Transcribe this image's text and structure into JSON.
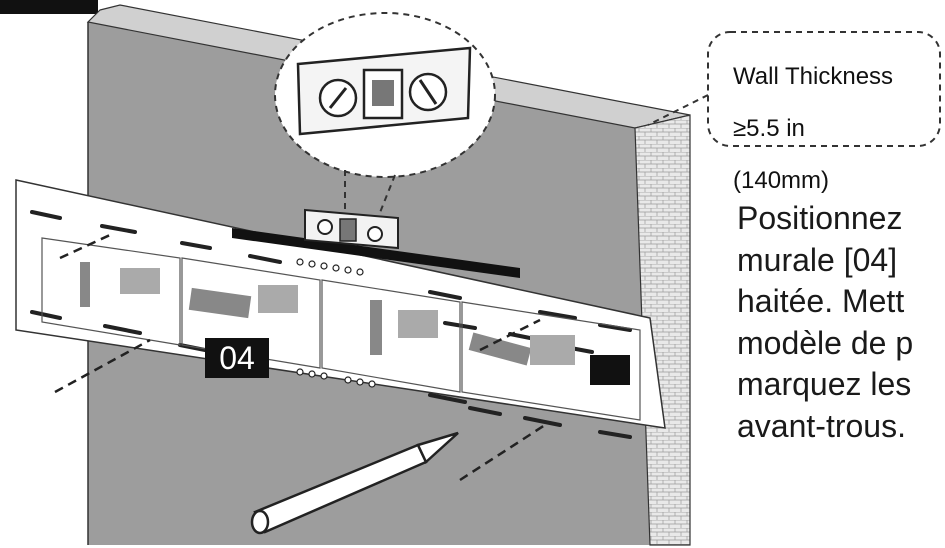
{
  "callout": {
    "line1": "Wall Thickness",
    "line2": "≥5.5 in",
    "line3": "(140mm)"
  },
  "instructions": {
    "text": "Positionnez\nmurale [04]\nhaitée. Mett\nmodèle de p\nmarquez les\navant-trous."
  },
  "part_label": "04"
}
